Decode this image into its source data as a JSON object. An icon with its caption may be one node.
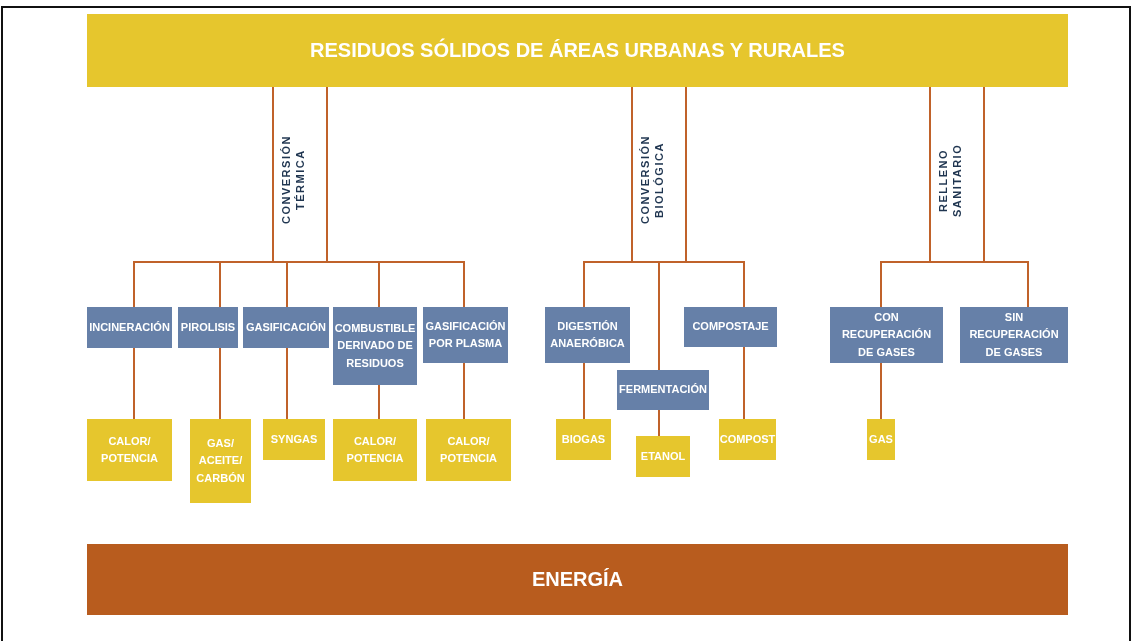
{
  "diagram": {
    "nodes": [
      {
        "text": [
          "RESIDUOS SÓLIDOS DE ÁREAS URBANAS Y RURALES"
        ]
      },
      {
        "text": [
          "INCINERACIÓN"
        ]
      },
      {
        "text": [
          "PIROLISIS"
        ]
      },
      {
        "text": [
          "GASIFICACIÓN"
        ]
      },
      {
        "text": [
          "COMBUSTIBLE DERIVADO DE RESIDUOS"
        ]
      },
      {
        "text": [
          "GASIFICACIÓN POR PLASMA"
        ]
      },
      {
        "text": [
          "CALOR/ POTENCIA"
        ]
      },
      {
        "text": [
          "GAS/ ACEITE/ CARBÓN"
        ]
      },
      {
        "text": [
          "SYNGAS"
        ]
      },
      {
        "text": [
          "CALOR/ POTENCIA"
        ]
      },
      {
        "text": [
          "CALOR/ POTENCIA"
        ]
      },
      {
        "text": [
          "DIGESTIÓN ANAERÓBICA"
        ]
      },
      {
        "text": [
          "COMPOSTAJE"
        ]
      },
      {
        "text": [
          "FERMENTACIÓN"
        ]
      },
      {
        "text": [
          "BIOGAS"
        ]
      },
      {
        "text": [
          "ETANOL"
        ]
      },
      {
        "text": [
          "COMPOST"
        ]
      },
      {
        "text": [
          "CON RECUPERACIÓN DE GASES"
        ]
      },
      {
        "text": [
          "SIN RECUPERACIÓN DE GASES"
        ]
      },
      {
        "text": [
          "GAS"
        ]
      },
      {
        "text": [
          "ENERGÍA"
        ]
      }
    ],
    "edges": [
      {
        "from": 0,
        "to": 1,
        "arrow": "none"
      },
      {
        "from": 0,
        "to": 2,
        "arrow": "none"
      },
      {
        "from": 0,
        "to": 3,
        "arrow": "none"
      },
      {
        "from": 0,
        "to": 4,
        "arrow": "none"
      },
      {
        "from": 0,
        "to": 5,
        "arrow": "none"
      },
      {
        "from": 1,
        "to": 6,
        "arrow": "none"
      },
      {
        "from": 2,
        "to": 7,
        "arrow": "none"
      },
      {
        "from": 3,
        "to": 8,
        "arrow": "none"
      },
      {
        "from": 4,
        "to": 9,
        "arrow": "none"
      },
      {
        "from": 5,
        "to": 10,
        "arrow": "none"
      },
      {
        "from": 0,
        "to": 11,
        "arrow": "none"
      },
      {
        "from": 0,
        "to": 12,
        "arrow": "none"
      },
      {
        "from": 0,
        "to": 13,
        "arrow": "none"
      },
      {
        "from": 11,
        "to": 14,
        "arrow": "none"
      },
      {
        "from": 13,
        "to": 15,
        "arrow": "none"
      },
      {
        "from": 12,
        "to": 16,
        "arrow": "none"
      },
      {
        "from": 0,
        "to": 17,
        "arrow": "none"
      },
      {
        "from": 0,
        "to": 18,
        "arrow": "none"
      },
      {
        "from": 17,
        "to": 19,
        "arrow": "none"
      }
    ],
    "labels": [
      "CONVERSIÓN TÉRMICA",
      "CONVERSIÓN BIOLÓGICA",
      "RELLENO SANITARIO"
    ]
  }
}
